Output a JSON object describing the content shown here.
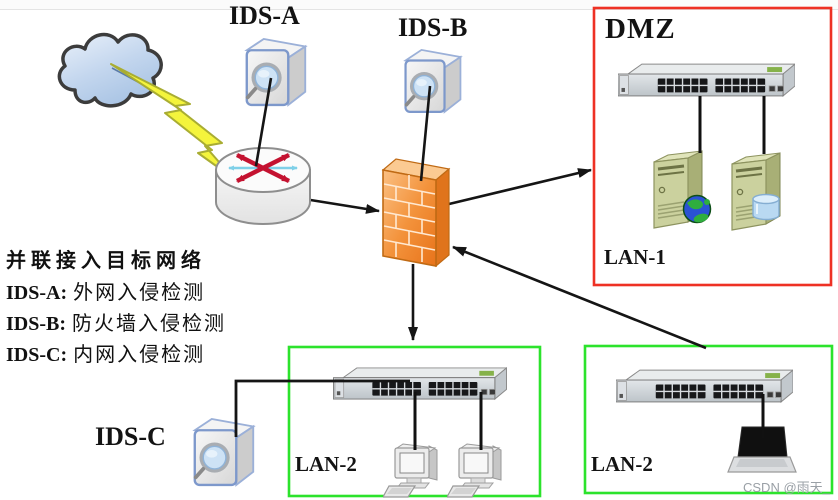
{
  "legend": {
    "heading": "并联接入目标网络",
    "entries": [
      {
        "name": "IDS-A:",
        "desc": "外网入侵检测"
      },
      {
        "name": "IDS-B:",
        "desc": "防火墙入侵检测"
      },
      {
        "name": "IDS-C:",
        "desc": "内网入侵检测"
      }
    ]
  },
  "sensors": {
    "ids_a": "IDS-A",
    "ids_b": "IDS-B",
    "ids_c": "IDS-C"
  },
  "zones": {
    "dmz": {
      "label": "DMZ",
      "lan_label": "LAN-1",
      "border_color": "#ee3124",
      "devices": [
        "switch",
        "web-server",
        "database-server"
      ]
    },
    "lan2_middle": {
      "label": "LAN-2",
      "border_color": "#2ce32c",
      "devices": [
        "switch",
        "desktop-pc",
        "desktop-pc"
      ]
    },
    "lan2_right": {
      "label": "LAN-2",
      "border_color": "#2ce32c",
      "devices": [
        "switch",
        "laptop"
      ]
    }
  },
  "icons": {
    "cloud": "internet-cloud",
    "lightning": "lightning-bolt",
    "router": "router-cylinder",
    "firewall": "brick-firewall",
    "ids_sensor": "magnifier-sensor-box",
    "switch": "24-port-switch",
    "web_server": "server-tower-globe",
    "db_server": "server-tower-database",
    "pc": "desktop-computer",
    "laptop": "laptop-computer"
  },
  "colors": {
    "dmz_border": "#ee3124",
    "lan_border": "#2ce32c",
    "firewall_orange": "#ef8226",
    "lightning_yellow": "#f4f43c",
    "cloud_blue": "#bcd3ec",
    "router_arrow_red": "#c41230",
    "server_green": "#cbd19e",
    "connector_black": "#151515"
  },
  "watermark": "CSDN @雨天_"
}
